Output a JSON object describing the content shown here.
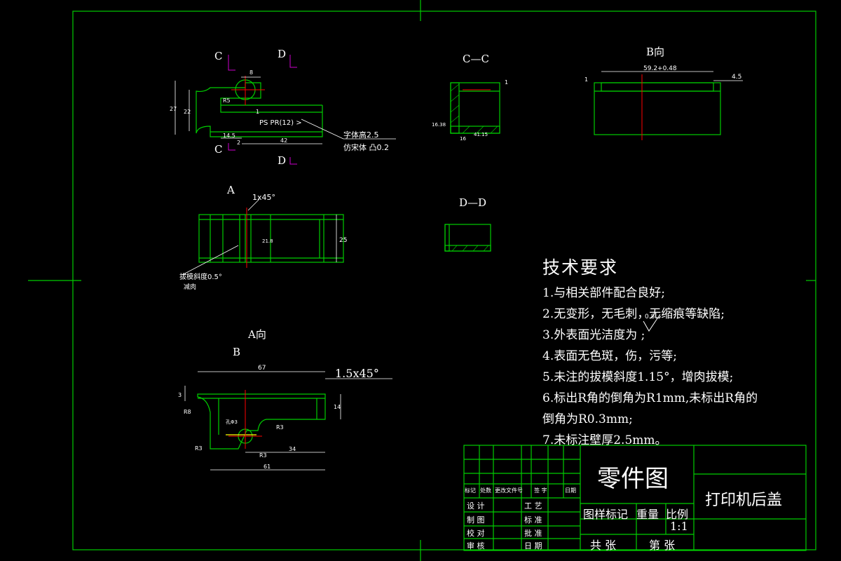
{
  "views": {
    "c_marker": "C",
    "d_marker": "D",
    "cc_title": "C—C",
    "b_view_title": "B向",
    "dd_title": "D—D",
    "a_marker": "A",
    "a_view_title": "A向",
    "b_marker": "B"
  },
  "dimensions": {
    "top_8": "8",
    "top_27": "27",
    "top_22": "22",
    "top_r": "R5",
    "top_1": "1",
    "top_14_5": "14.5",
    "top_2": "2",
    "top_42": "42",
    "char_height": "字体高2.5",
    "imitation_font": "仿宋体 凸0.2",
    "emboss_text": "PS  PR(12)  >",
    "cc_1": "1",
    "cc_h": "16.38",
    "cc_w": "16",
    "cc_w2": "41.15",
    "b_59": "59.2+0.48",
    "b_1": "1",
    "b_4_5": "4.5",
    "front_chamfer": "1x45°",
    "front_25": "25",
    "front_inner": "21.8",
    "draft_note": "拔模斜度0.5°",
    "draft_sub": "减肉",
    "a_67": "67",
    "a_chamfer": "1.5x45°",
    "a_14": "14",
    "a_3": "3",
    "a_r8": "R8",
    "a_r3_right": "R3",
    "a_r3_left": "R3",
    "a_r3_bottom": "R3",
    "a_34": "34",
    "a_61": "61",
    "a_hole": "孔Φ3"
  },
  "tech_requirements": {
    "title": "技术要求",
    "items": [
      "1.与相关部件配合良好;",
      "2.无变形，无毛刺，无缩痕等缺陷;",
      "3.外表面光洁度为     ;",
      "4.表面无色斑，伤，污等;",
      "5.未注的拔模斜度1.15°，增肉拔模;",
      "6.标出R角的倒角为R1mm,未标出R角的",
      "倒角为R0.3mm;",
      "7.未标注壁厚2.5mm。"
    ],
    "finish_value": "0.8"
  },
  "title_block": {
    "drawing_type": "零件图",
    "part_name": "打印机后盖",
    "header_cols": [
      "标记",
      "处数",
      "更改文件号",
      "签 字",
      "日期"
    ],
    "row_labels_left": [
      "设 计",
      "制 图",
      "校 对",
      "审 核"
    ],
    "row_labels_right": [
      "工 艺",
      "标 准",
      "批 准",
      "日 期"
    ],
    "mark_headers": [
      "图样标记",
      "重量",
      "比例"
    ],
    "scale": "1:1",
    "sheets_total": "共 张",
    "sheet_no": "第 张"
  },
  "colors": {
    "background": "#000000",
    "outline": "#00cc00",
    "dimension": "#ffffff",
    "center": "#ff0000",
    "marker": "#cc00cc",
    "accent": "#ffff00"
  }
}
